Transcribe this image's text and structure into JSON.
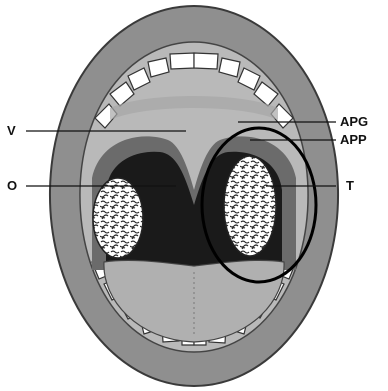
{
  "labels": {
    "v": "V",
    "o": "O",
    "apg": "APG",
    "app": "APP",
    "t": "T"
  },
  "colors": {
    "lips": "#8f8f8f",
    "lips_outline": "#3a3a3a",
    "mouth_interior": "#b9b9b9",
    "teeth": "#ffffff",
    "throat": "#1a1a1a",
    "arch": "#666666",
    "tonsil_pattern": "#222222",
    "circle": "#000000"
  }
}
